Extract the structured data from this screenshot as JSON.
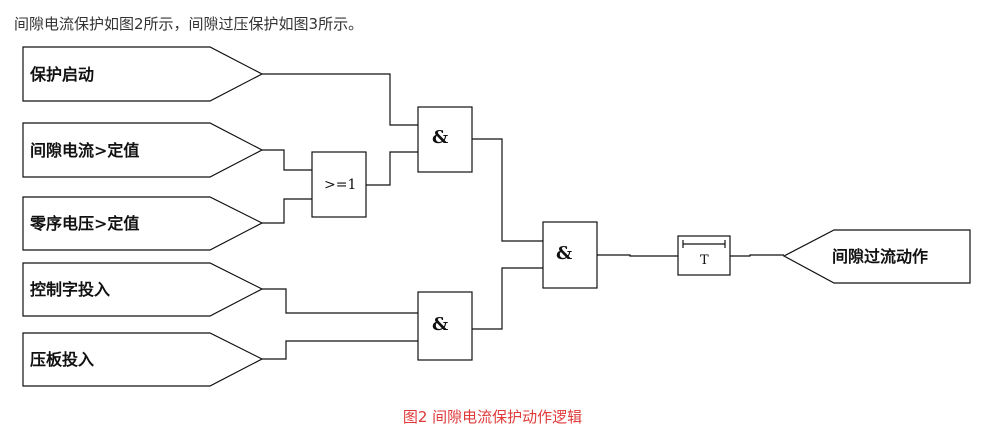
{
  "intro_text": "间隙电流保护如图2所示，间隙过压保护如图3所示。",
  "inputs": [
    "保护启动",
    "间隙电流>定值",
    "零序电压>定值",
    "控制字投入",
    "压板投入"
  ],
  "gates": {
    "and_symbol": "&",
    "or_symbol": ">=1",
    "timer_symbol": "T"
  },
  "output": "间隙过流动作",
  "caption": "图2  间隙电流保护动作逻辑",
  "colors": {
    "caption": "#e03a3a",
    "line": "#111111"
  }
}
